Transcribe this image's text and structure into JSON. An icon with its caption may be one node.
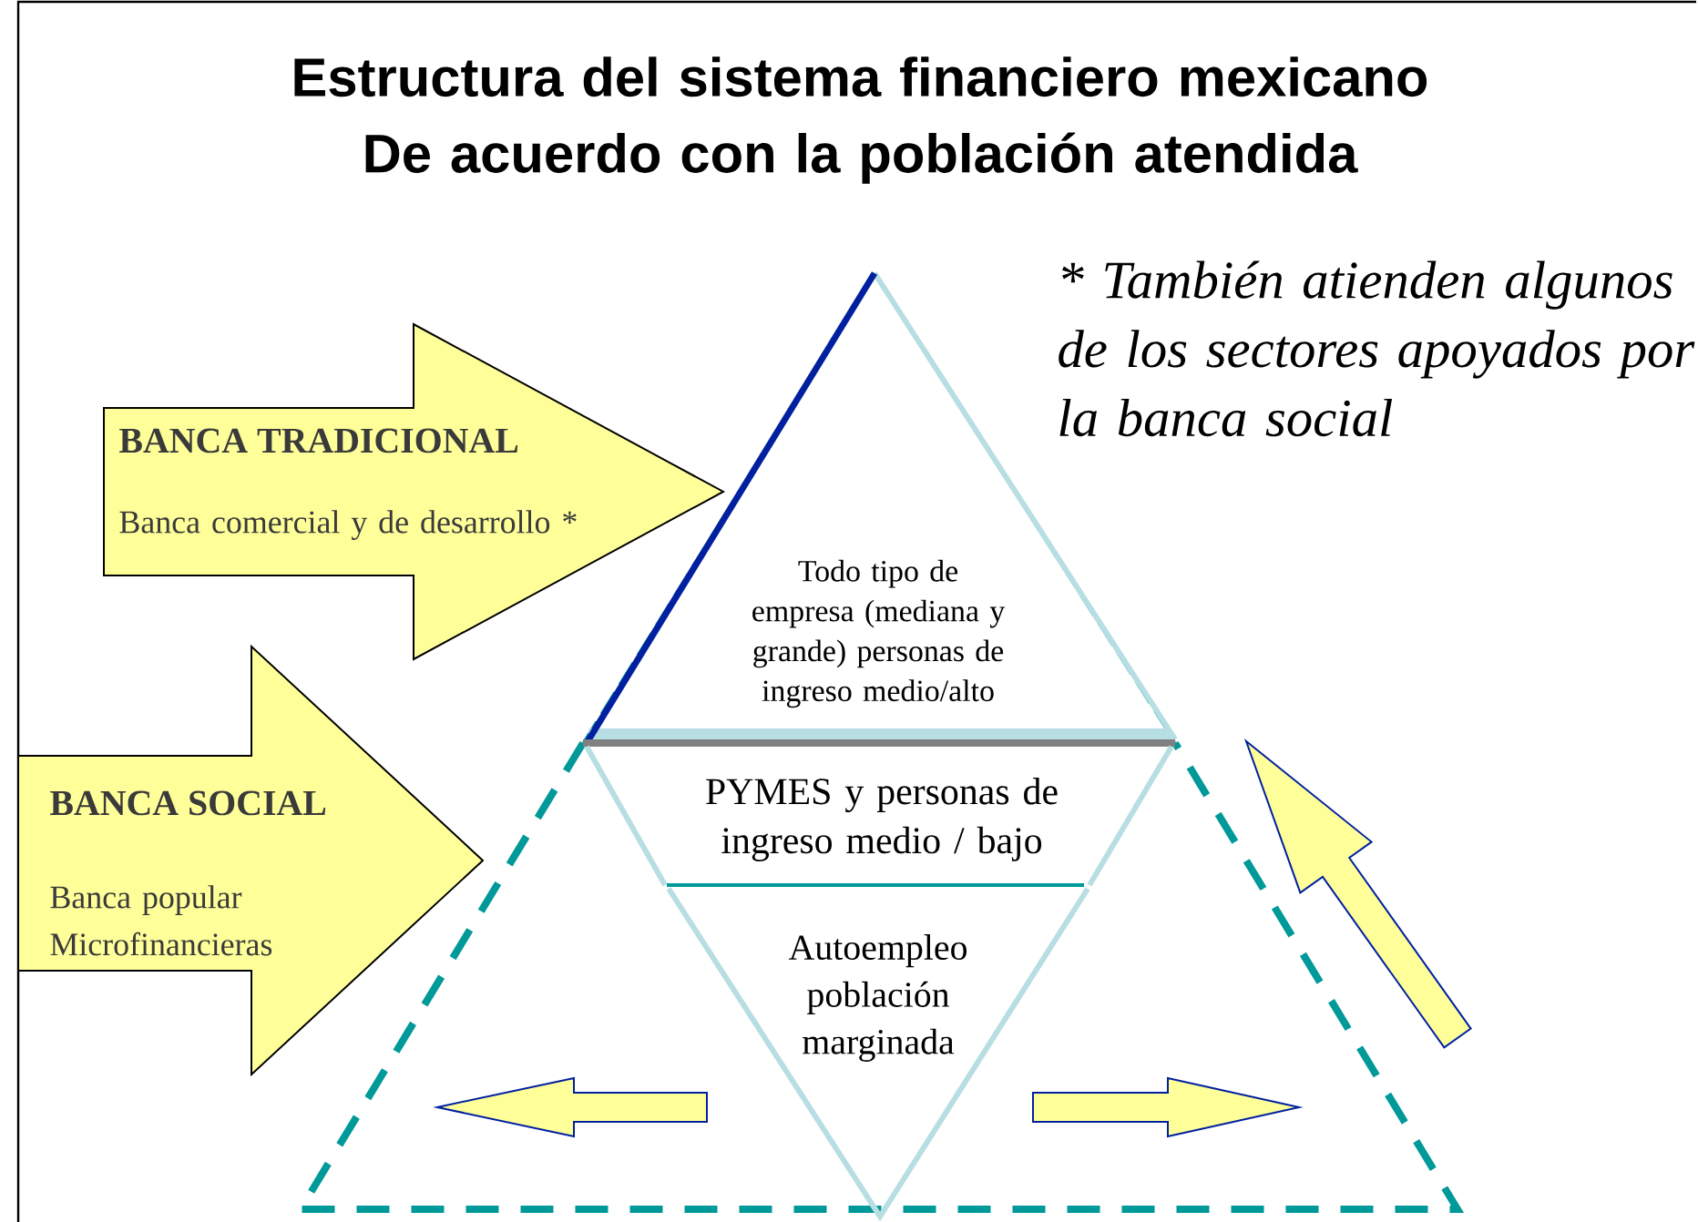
{
  "diagram": {
    "title": "Estructura del sistema financiero mexicano De acuerdo con la población atendida",
    "nodes": [
      {
        "text": [
          "BANCA TRADICIONAL",
          "Banca comercial y de desarrollo *"
        ]
      },
      {
        "text": [
          "BANCA SOCIAL",
          "Banca popular Microfinancieras"
        ]
      },
      {
        "text": [
          "Todo tipo de empresa (mediana y grande) personas de ingreso medio/alto"
        ]
      },
      {
        "text": [
          "PYMES y personas de ingreso medio / bajo"
        ]
      },
      {
        "text": [
          "Autoempleo población marginada"
        ]
      }
    ],
    "edges": [
      {
        "from": 4,
        "to": null,
        "arrow": "to"
      },
      {
        "from": 4,
        "to": null,
        "arrow": "to"
      }
    ],
    "labels": [
      "* También atienden algunos de los sectores apoyados por la banca social"
    ]
  }
}
